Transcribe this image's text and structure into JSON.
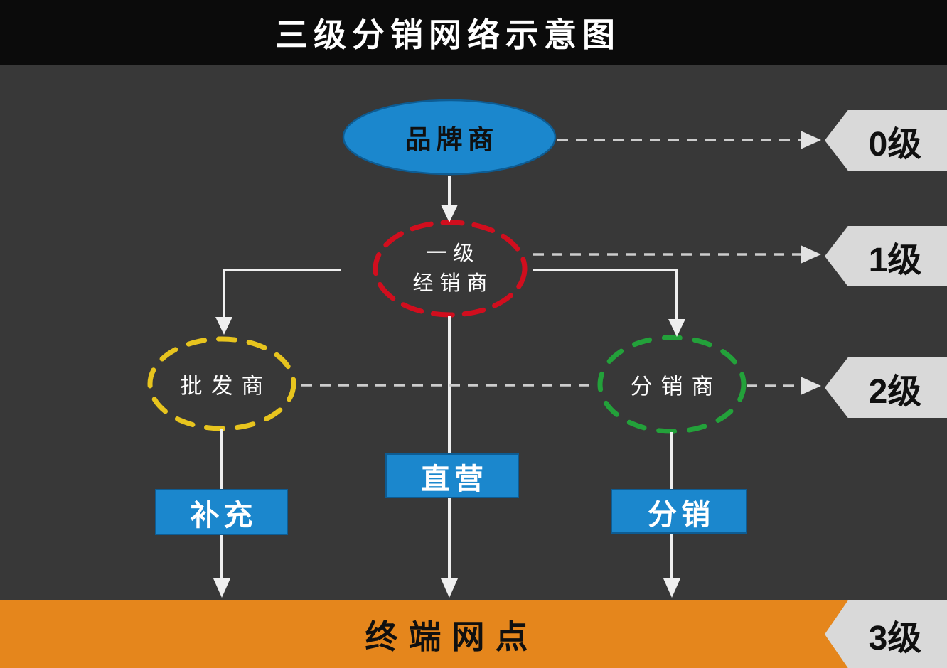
{
  "title": "三级分销网络示意图",
  "nodes": {
    "brand": {
      "label": "品牌商"
    },
    "tier1": {
      "line1": "一级",
      "line2": "经销商"
    },
    "wholesaler": {
      "label": "批发商"
    },
    "distributor": {
      "label": "分销商"
    }
  },
  "channel_boxes": {
    "supplement": {
      "label": "补充"
    },
    "direct": {
      "label": "直营"
    },
    "distribution": {
      "label": "分销"
    }
  },
  "level_tags": {
    "l0": "0级",
    "l1": "1级",
    "l2": "2级",
    "l3": "3级"
  },
  "footer": {
    "label": "终端网点"
  },
  "colors": {
    "bg": "#383838",
    "titlebar": "#0b0b0b",
    "blue": "#1b87cd",
    "blue-edge": "#0d5c93",
    "red": "#d10e1e",
    "yellow": "#e7c41e",
    "green": "#23a13a",
    "banner": "#d9d9d9",
    "orange": "#e5861c",
    "line": "#efefef",
    "dash": "#cccccc",
    "ink": "#101010",
    "text-light": "#ffffff"
  }
}
